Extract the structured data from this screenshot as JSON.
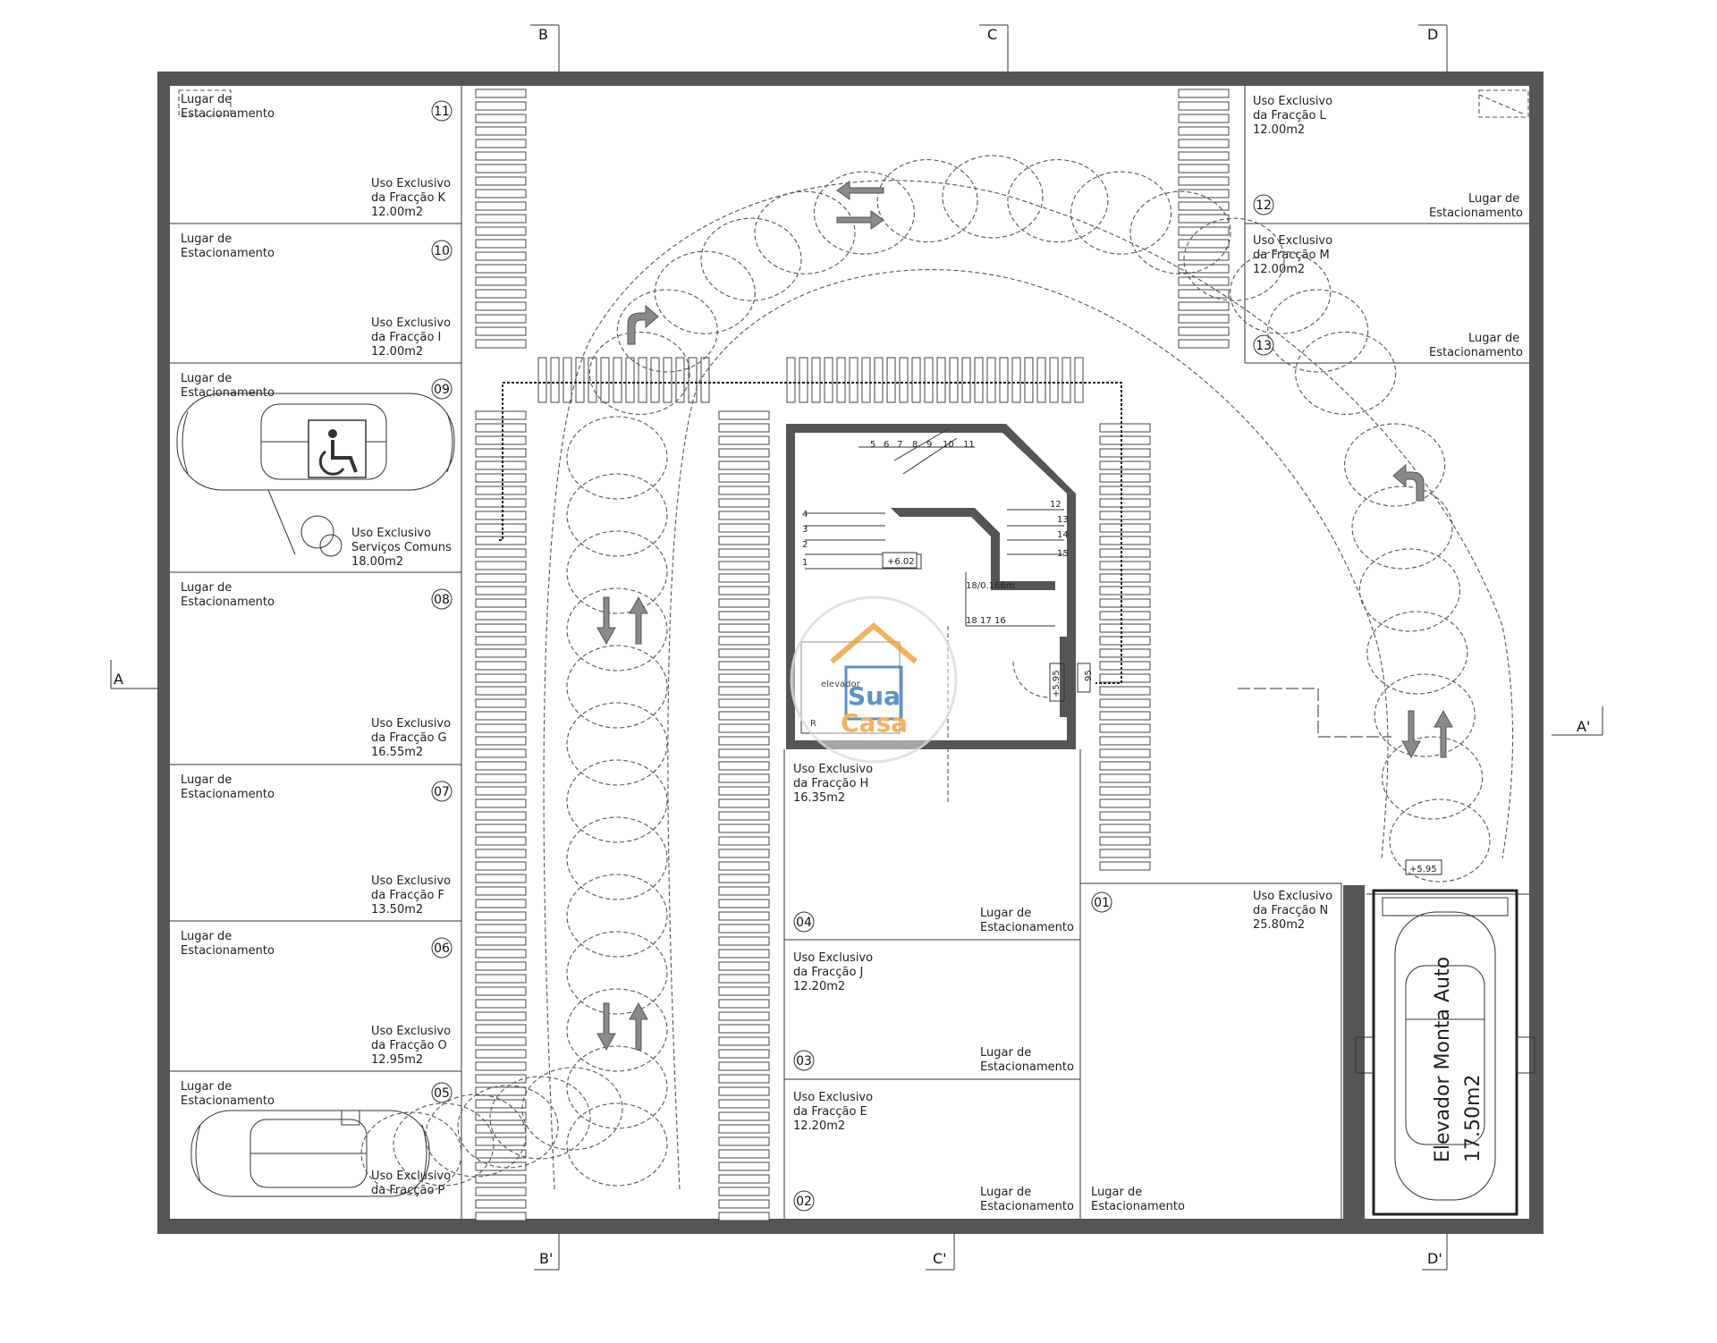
{
  "axes": {
    "B": "B",
    "C": "C",
    "D": "D",
    "B2": "B'",
    "C2": "C'",
    "D2": "D'",
    "A": "A",
    "A2": "A'"
  },
  "left_spots": [
    {
      "number": "11",
      "title_1": "Lugar de",
      "title_2": "Estacionamento",
      "use_1": "Uso Exclusivo",
      "use_2": "da Fracção K",
      "area": "12.00m2"
    },
    {
      "number": "10",
      "title_1": "Lugar de",
      "title_2": "Estacionamento",
      "use_1": "Uso Exclusivo",
      "use_2": "da Fracção I",
      "area": "12.00m2"
    },
    {
      "number": "09",
      "title_1": "Lugar de",
      "title_2": "Estacionamento",
      "use_1": "Uso Exclusivo",
      "use_2": "Serviços Comuns",
      "area": "18.00m2"
    },
    {
      "number": "08",
      "title_1": "Lugar de",
      "title_2": "Estacionamento",
      "use_1": "Uso Exclusivo",
      "use_2": "da Fracção G",
      "area": "16.55m2"
    },
    {
      "number": "07",
      "title_1": "Lugar de",
      "title_2": "Estacionamento",
      "use_1": "Uso Exclusivo",
      "use_2": "da Fracção F",
      "area": "13.50m2"
    },
    {
      "number": "06",
      "title_1": "Lugar de",
      "title_2": "Estacionamento",
      "use_1": "Uso Exclusivo",
      "use_2": "da Fracção O",
      "area": "12.95m2"
    },
    {
      "number": "05",
      "title_1": "Lugar de",
      "title_2": "Estacionamento",
      "use_1": "Uso Exclusivo",
      "use_2": "da Fracção P",
      "area": ""
    }
  ],
  "right_spots": [
    {
      "number": "12",
      "use_1": "Uso Exclusivo",
      "use_2": "da Fracção L",
      "area": "12.00m2",
      "title_1": "Lugar de",
      "title_2": "Estacionamento"
    },
    {
      "number": "13",
      "use_1": "Uso Exclusivo",
      "use_2": "da Fracção M",
      "area": "12.00m2",
      "title_1": "Lugar de",
      "title_2": "Estacionamento"
    }
  ],
  "center_spots": [
    {
      "number": "04",
      "use_1": "Uso Exclusivo",
      "use_2": "da Fracção H",
      "area": "16.35m2",
      "title_1": "Lugar de",
      "title_2": "Estacionamento"
    },
    {
      "number": "03",
      "use_1": "Uso Exclusivo",
      "use_2": "da Fracção J",
      "area": "12.20m2",
      "title_1": "Lugar de",
      "title_2": "Estacionamento"
    },
    {
      "number": "02",
      "use_1": "Uso Exclusivo",
      "use_2": "da Fracção E",
      "area": "12.20m2",
      "title_1": "Lugar de",
      "title_2": "Estacionamento"
    }
  ],
  "spot_01": {
    "number": "01",
    "use_1": "Uso Exclusivo",
    "use_2": "da Fracção N",
    "area": "25.80m2",
    "title_1": "Lugar de",
    "title_2": "Estacionamento"
  },
  "car_lift": {
    "line_1": "Elevador Monta Auto",
    "line_2": "17.50m2"
  },
  "levels": {
    "stair_top": "+6.02",
    "stair_side": "+5.95",
    "lift_pit": "+5.95",
    "small": "95"
  },
  "stair": {
    "steps_top": [
      "5",
      "6",
      "7",
      "8",
      "9",
      "10",
      "11"
    ],
    "steps_left": [
      "4",
      "3",
      "2",
      "1"
    ],
    "steps_right": [
      "12",
      "13",
      "14",
      "15"
    ],
    "steps_bottom": [
      "18",
      "17",
      "16"
    ],
    "riser": "18/0.166m"
  },
  "watermark": {
    "line_1": "elevador",
    "line_2": "Sua",
    "line_3": "Casa",
    "small": "R"
  },
  "colors": {
    "wall": "#555555",
    "orange": "#f0a640",
    "blue": "#3f7fbf",
    "arrow": "#8a8a8a"
  }
}
